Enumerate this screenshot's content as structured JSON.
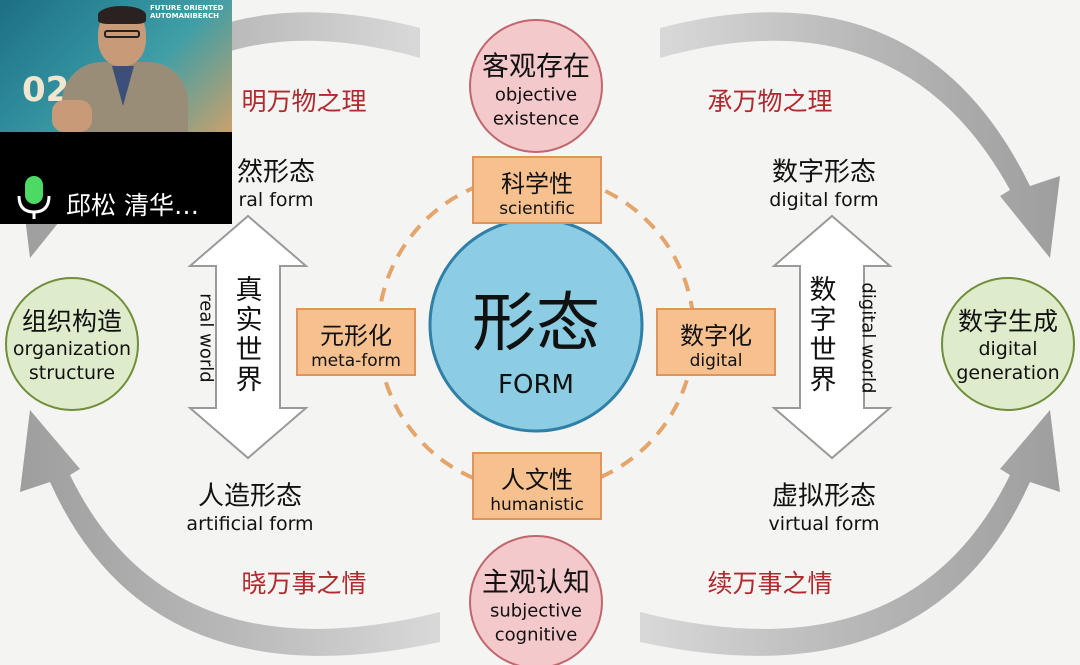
{
  "center": {
    "cn": "形态",
    "en": "FORM"
  },
  "top_circle": {
    "cn": "客观存在",
    "en_line1": "objective",
    "en_line2": "existence"
  },
  "bottom_circle": {
    "cn": "主观认知",
    "en_line1": "subjective",
    "en_line2": "cognitive"
  },
  "left_circle": {
    "cn": "组织构造",
    "en_line1": "organization",
    "en_line2": "structure"
  },
  "right_circle": {
    "cn": "数字生成",
    "en_line1": "digital",
    "en_line2": "generation"
  },
  "boxes": {
    "top": {
      "cn": "科学性",
      "en": "scientific"
    },
    "bottom": {
      "cn": "人文性",
      "en": "humanistic"
    },
    "left": {
      "cn": "元形化",
      "en": "meta-form"
    },
    "right": {
      "cn": "数字化",
      "en": "digital"
    }
  },
  "red_labels": {
    "top_left": "明万物之理",
    "top_right": "承万物之理",
    "bottom_left": "晓万事之情",
    "bottom_right": "续万事之情"
  },
  "left_side": {
    "top_cn": "然形态",
    "top_en": "ral form",
    "bottom_cn": "人造形态",
    "bottom_en": "artificial form",
    "world_cn": "真实世界",
    "world_en": "real world"
  },
  "right_side": {
    "top_cn": "数字形态",
    "top_en": "digital form",
    "bottom_cn": "虚拟形态",
    "bottom_en": "virtual form",
    "world_cn": "数字世界",
    "world_en": "digital world"
  },
  "video": {
    "name": "邱松 清华…",
    "backdrop_text": "FUTURE ORIENTED AUTOMANIBERCH",
    "backdrop_year": "021"
  },
  "colors": {
    "center_fill": "#8ccde3",
    "pink_fill": "#f4c9cc",
    "green_fill": "#dfeccb",
    "box_fill": "#f6c08f",
    "red_text": "#b2282f",
    "dash_ring": "#e3a56a"
  }
}
